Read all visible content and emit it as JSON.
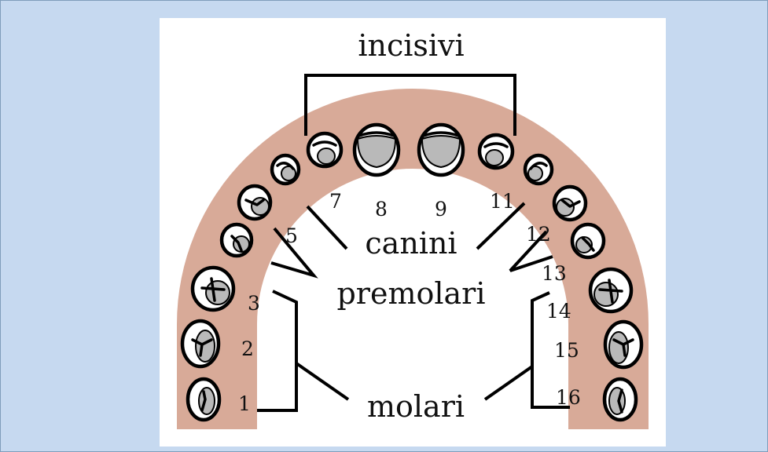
{
  "diagram": {
    "colors": {
      "background": "#c6d9f0",
      "panel": "#ffffff",
      "gum": "#d8aa98",
      "enamel_shade": "#b9b9b9"
    },
    "groups": {
      "incisors": "incisivi",
      "canines": "canini",
      "premolars": "premolari",
      "molars": "molari"
    },
    "tooth_numbers": {
      "n1": "1",
      "n2": "2",
      "n3": "3",
      "n5": "5",
      "n7": "7",
      "n8": "8",
      "n9": "9",
      "n11": "11",
      "n12": "12",
      "n13": "13",
      "n14": "14",
      "n15": "15",
      "n16": "16"
    }
  }
}
